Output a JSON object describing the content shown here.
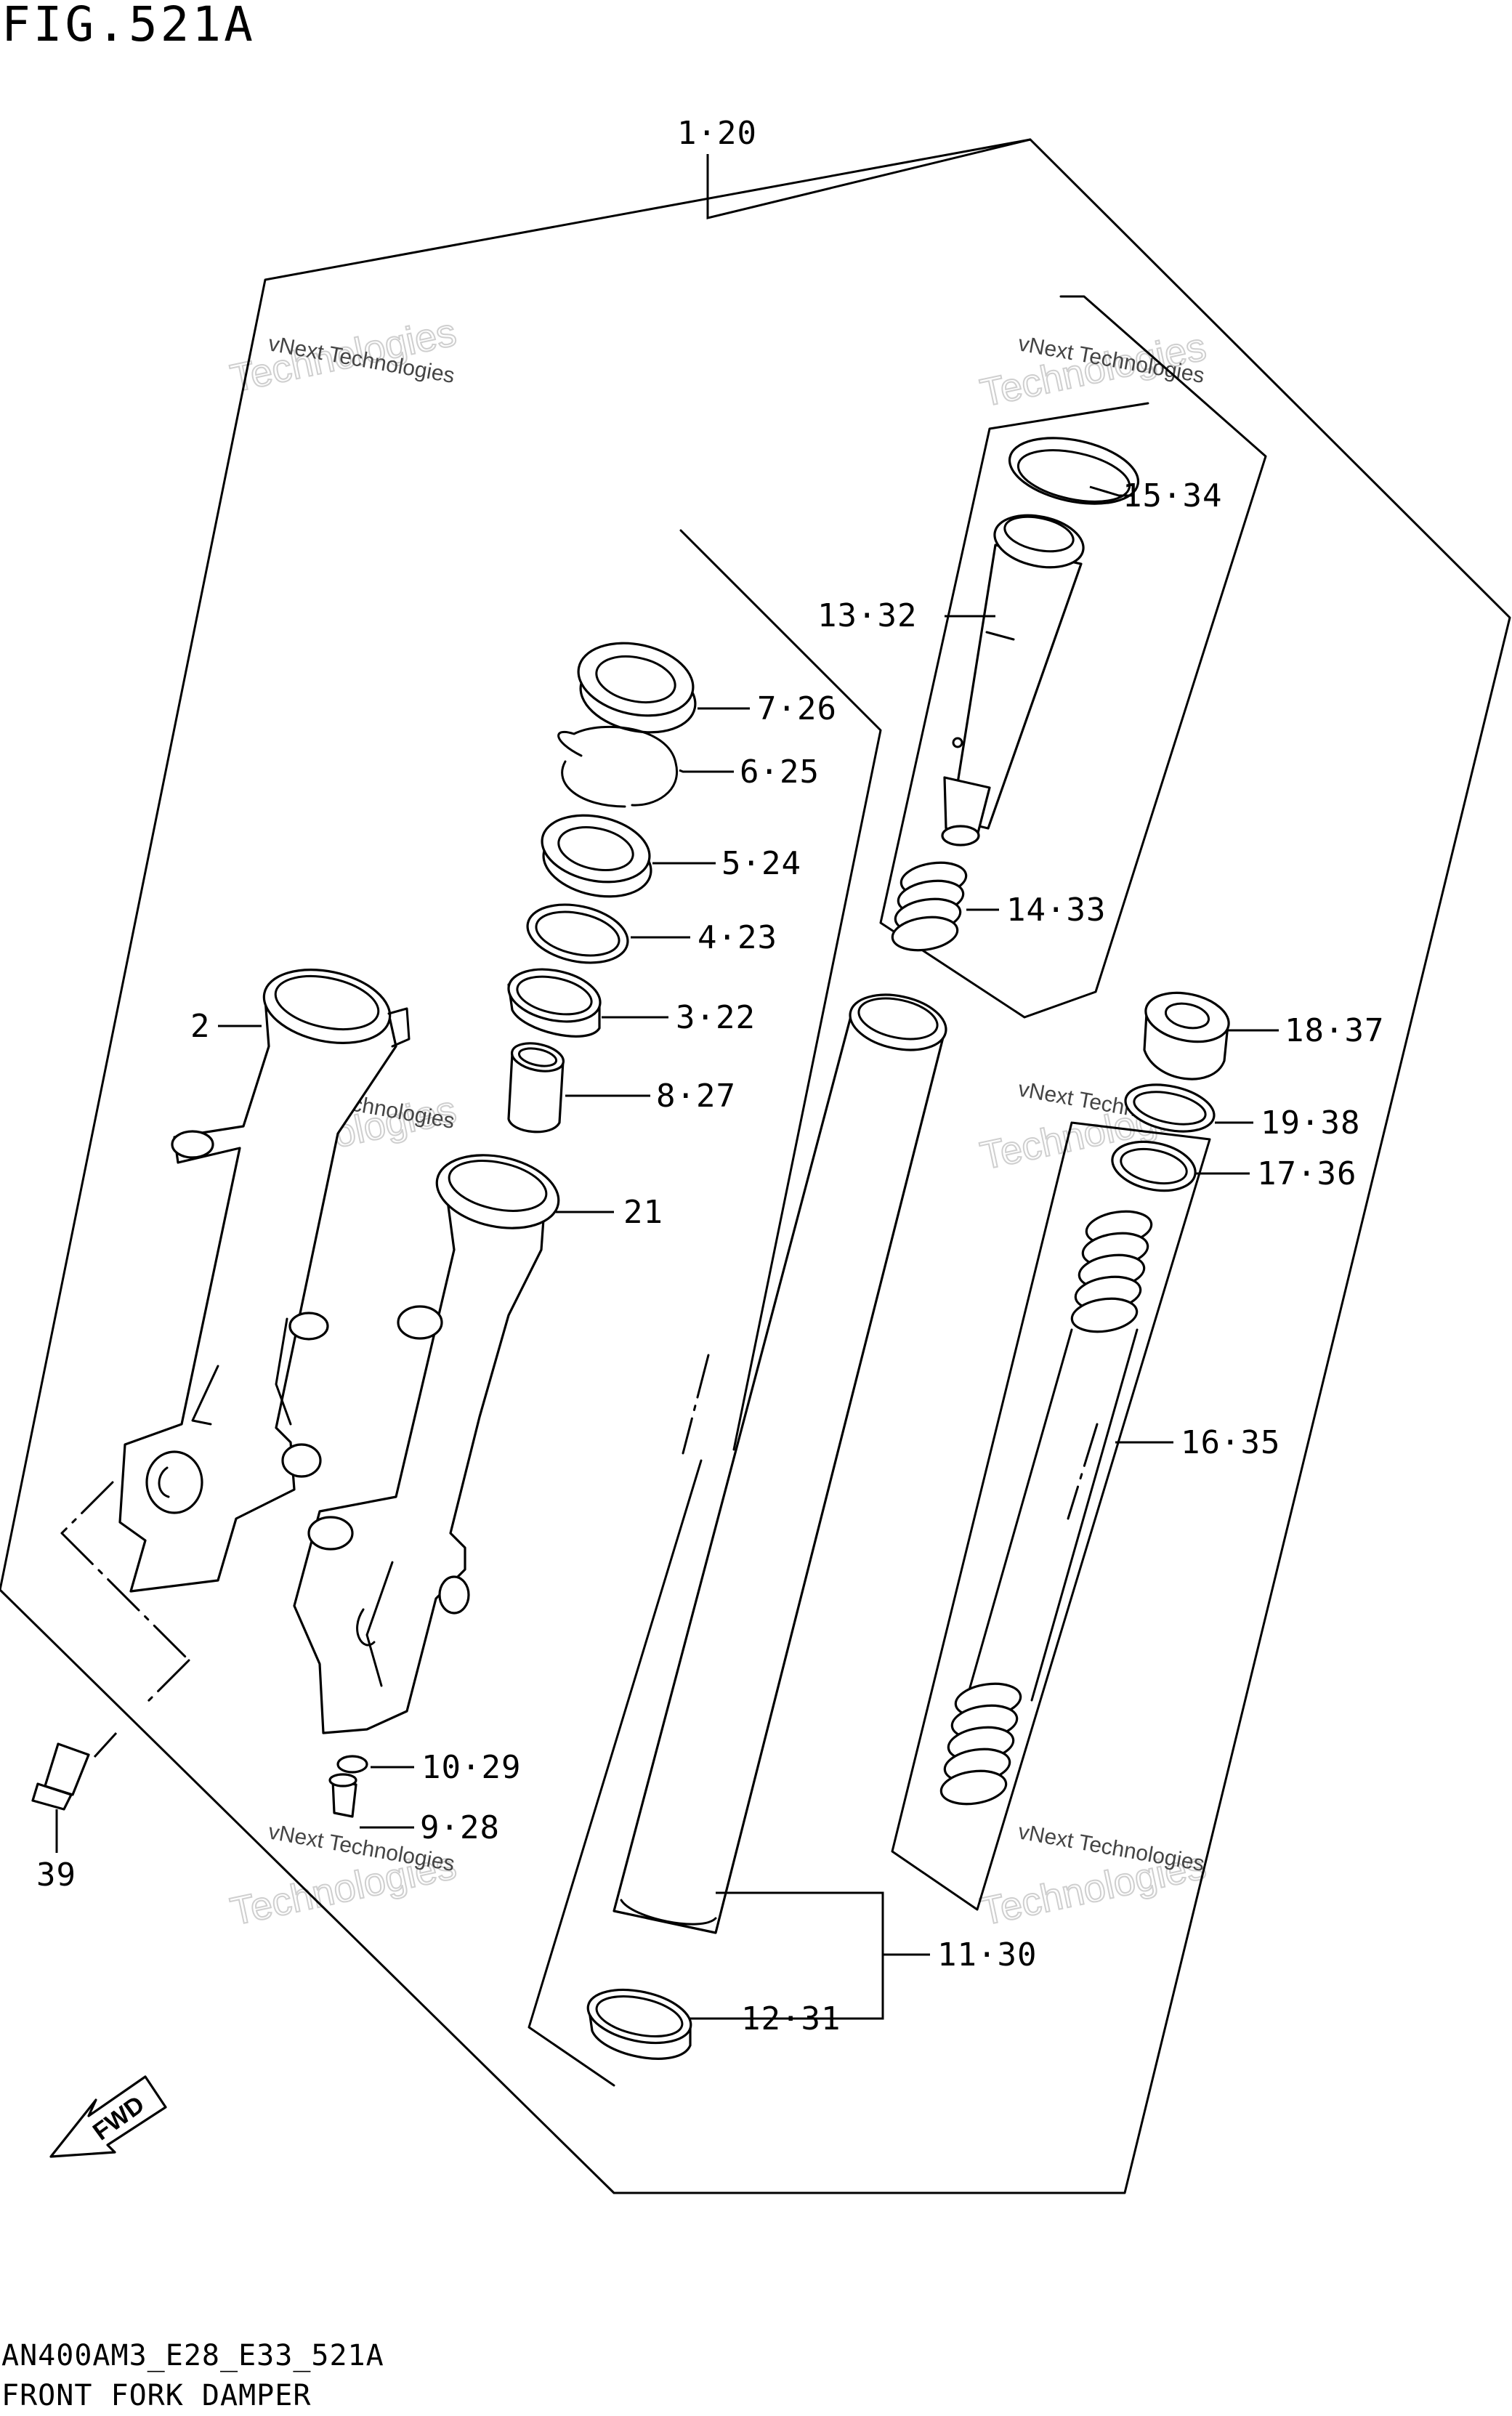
{
  "figure": {
    "title": "FIG.521A",
    "code": "AN400AM3_E28_E33_521A",
    "name": "FRONT FORK DAMPER",
    "direction_marker": "FWD"
  },
  "watermark": {
    "line1": "vNext Technologies",
    "line2": "Technologies"
  },
  "callouts": [
    {
      "id": "c-1-20",
      "text": "1·20"
    },
    {
      "id": "c-15-34",
      "text": "15·34"
    },
    {
      "id": "c-13-32",
      "text": "13·32"
    },
    {
      "id": "c-7-26",
      "text": "7·26"
    },
    {
      "id": "c-6-25",
      "text": "6·25"
    },
    {
      "id": "c-5-24",
      "text": "5·24"
    },
    {
      "id": "c-4-23",
      "text": "4·23"
    },
    {
      "id": "c-14-33",
      "text": "14·33"
    },
    {
      "id": "c-3-22",
      "text": "3·22"
    },
    {
      "id": "c-2",
      "text": "2"
    },
    {
      "id": "c-18-37",
      "text": "18·37"
    },
    {
      "id": "c-8-27",
      "text": "8·27"
    },
    {
      "id": "c-19-38",
      "text": "19·38"
    },
    {
      "id": "c-17-36",
      "text": "17·36"
    },
    {
      "id": "c-21",
      "text": "21"
    },
    {
      "id": "c-16-35",
      "text": "16·35"
    },
    {
      "id": "c-10-29",
      "text": "10·29"
    },
    {
      "id": "c-9-28",
      "text": "9·28"
    },
    {
      "id": "c-39",
      "text": "39"
    },
    {
      "id": "c-11-30",
      "text": "11·30"
    },
    {
      "id": "c-12-31",
      "text": "12·31"
    }
  ]
}
